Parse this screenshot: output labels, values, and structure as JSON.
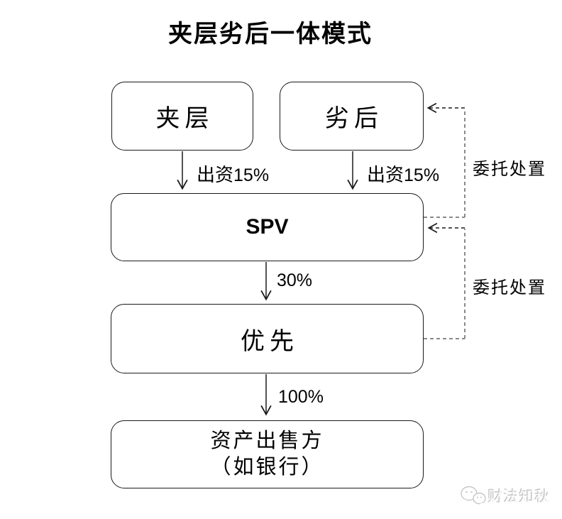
{
  "title": "夹层劣后一体模式",
  "nodes": {
    "mezzanine": {
      "label": "夹层"
    },
    "subordinate": {
      "label": "劣后"
    },
    "spv": {
      "label": "SPV"
    },
    "senior": {
      "label": "优先"
    },
    "seller": {
      "label_line1": "资产出售方",
      "label_line2": "（如银行）"
    }
  },
  "edges": {
    "mezz_to_spv": {
      "text": "出资",
      "pct": "15%"
    },
    "sub_to_spv": {
      "text": "出资",
      "pct": "15%"
    },
    "spv_to_senior": {
      "pct": "30%"
    },
    "senior_to_seller": {
      "pct": "100%"
    },
    "entrust_top": {
      "text": "委托处置"
    },
    "entrust_bottom": {
      "text": "委托处置"
    }
  },
  "watermark": {
    "text": "财法知秋",
    "icon": "wechat-icon"
  },
  "colors": {
    "line_black": "#1a1a1a",
    "dashed_gray": "#8a8a8a",
    "watermark_gray": "#c3c3c3",
    "background": "#ffffff"
  }
}
